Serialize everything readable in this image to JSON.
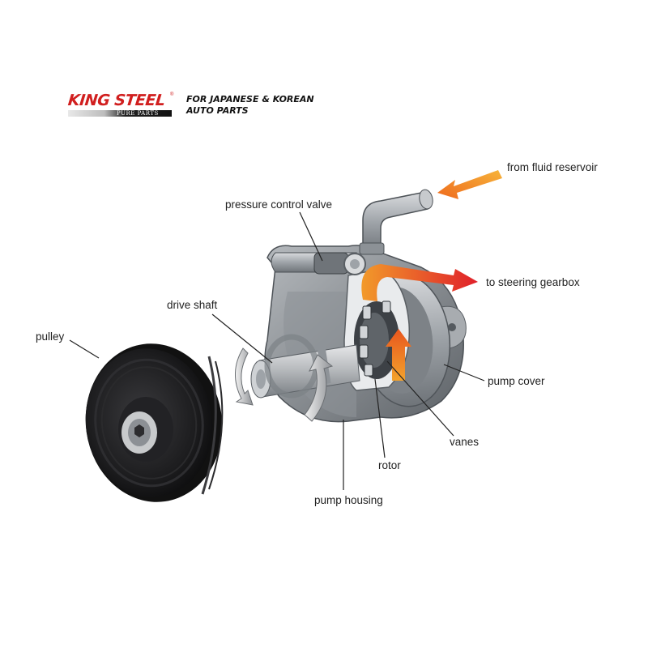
{
  "brand": {
    "logo_text": "KING STEEL",
    "logo_sub": "PURE PARTS",
    "registered_mark": "®",
    "tagline_line1": "FOR JAPANESE & KOREAN",
    "tagline_line2": "AUTO PARTS"
  },
  "labels": {
    "from_fluid_reservoir": "from fluid reservoir",
    "pressure_control_valve": "pressure control valve",
    "to_steering_gearbox": "to steering gearbox",
    "drive_shaft": "drive shaft",
    "pulley": "pulley",
    "pump_cover": "pump cover",
    "vanes": "vanes",
    "rotor": "rotor",
    "pump_housing": "pump housing"
  },
  "colors": {
    "brand_red": "#d11f1f",
    "flow_orange": "#f2891e",
    "flow_red": "#e3262a",
    "metal_grey": "#9aa0a6",
    "pulley_black": "#1b1b1d"
  }
}
